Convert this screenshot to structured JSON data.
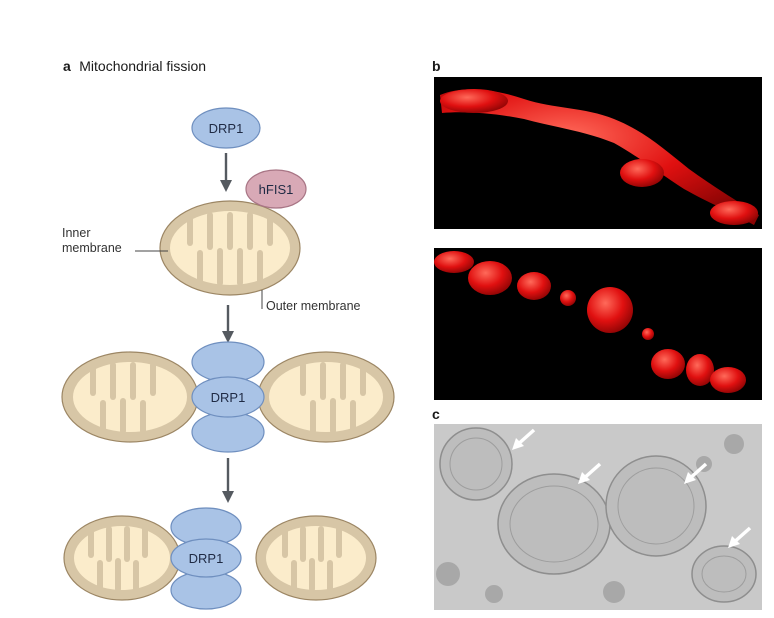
{
  "panel_a": {
    "letter": "a",
    "title": "Mitochondrial fission",
    "labels": {
      "drp1_top": "DRP1",
      "hfis1": "hFIS1",
      "inner_membrane": "Inner\nmembrane",
      "outer_membrane": "Outer membrane",
      "drp1_constriction": "DRP1",
      "drp1_split": "DRP1"
    }
  },
  "panel_b": {
    "letter": "b"
  },
  "panel_c": {
    "letter": "c"
  },
  "colors": {
    "drp1_fill": "#a9c3e6",
    "drp1_stroke": "#6f8fbf",
    "hfis1_fill": "#d8a9b6",
    "mito_outer": "#d7c6a6",
    "mito_inner": "#fbeccb",
    "arrow": "#555a60",
    "fluor_red": "#e01010"
  }
}
